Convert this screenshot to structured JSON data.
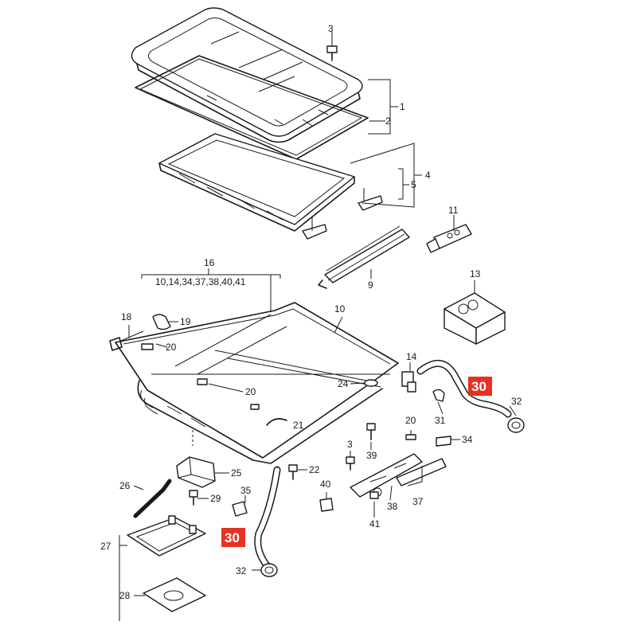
{
  "highlight_color": "#e53222",
  "callouts": {
    "c1": "1",
    "c2": "2",
    "c3a": "3",
    "c3b": "3",
    "c4": "4",
    "c5": "5",
    "c9": "9",
    "c10": "10",
    "c11": "11",
    "c13": "13",
    "c14": "14",
    "c16": "16",
    "c16_list": "10,14,34,37,38,40,41",
    "c18": "18",
    "c19": "19",
    "c20a": "20",
    "c20b": "20",
    "c20c": "20",
    "c21": "21",
    "c22": "22",
    "c24": "24",
    "c25": "25",
    "c26": "26",
    "c27": "27",
    "c28": "28",
    "c29": "29",
    "c30a": "30",
    "c30b": "30",
    "c31": "31",
    "c32a": "32",
    "c32b": "32",
    "c34": "34",
    "c35": "35",
    "c37": "37",
    "c38": "38",
    "c39": "39",
    "c40": "40",
    "c41": "41"
  }
}
